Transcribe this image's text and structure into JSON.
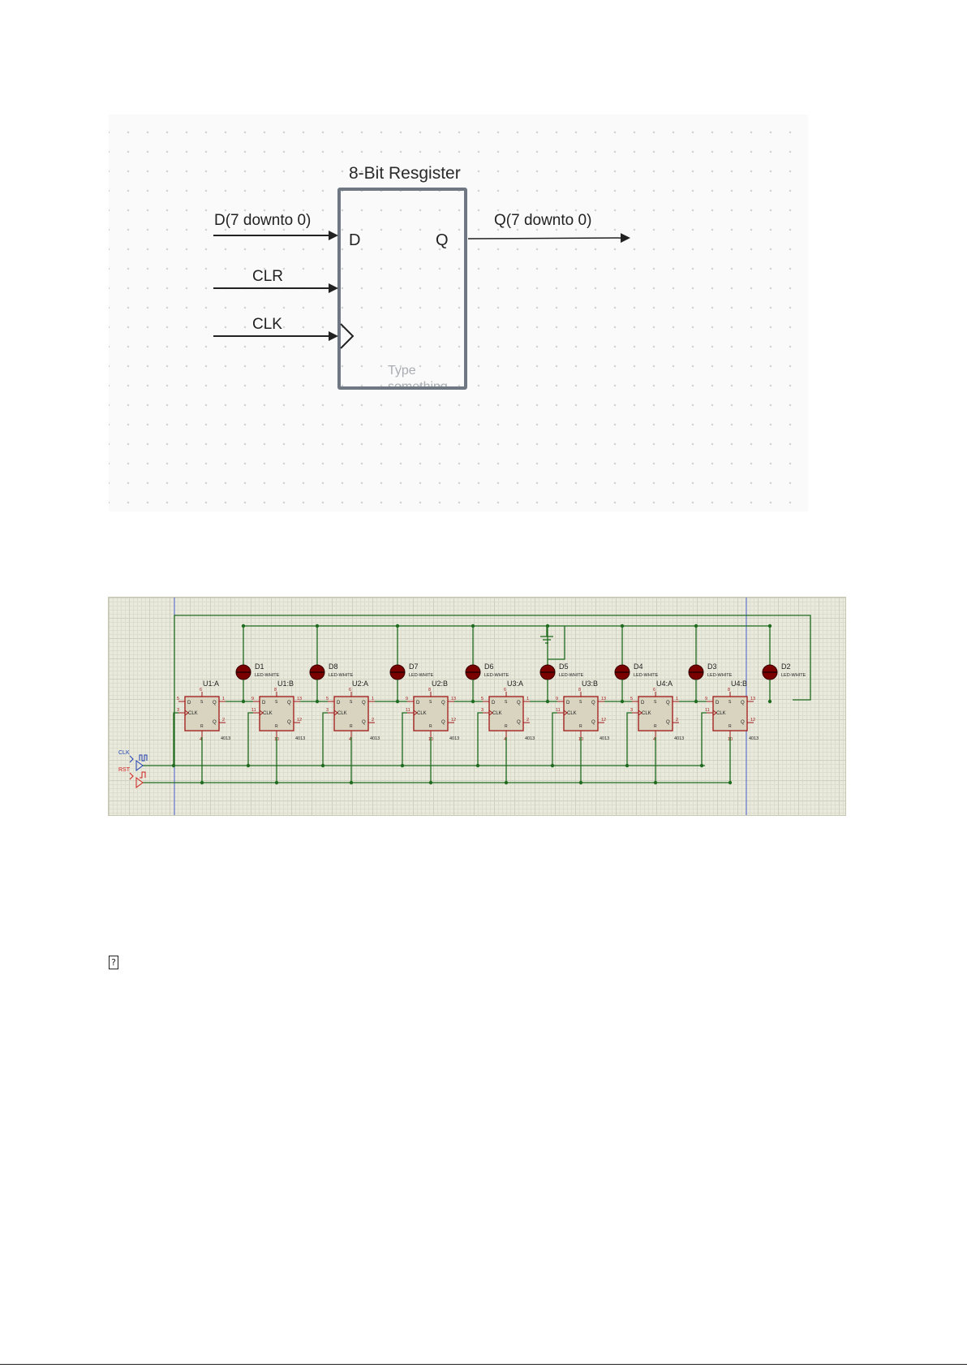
{
  "block_diagram": {
    "title": "8-Bit Resgister",
    "inputs": [
      {
        "label": "D(7 downto 0)",
        "port": "D"
      },
      {
        "label": "CLR",
        "port": ""
      },
      {
        "label": "CLK",
        "port": "clock-triangle"
      }
    ],
    "output": {
      "label": "Q(7 downto 0)",
      "port": "Q"
    },
    "placeholder_lines": [
      "Type",
      "something"
    ]
  },
  "schematic": {
    "flip_flops": [
      {
        "ref": "U1:A",
        "part": "4013",
        "pin_d": "5",
        "pin_clk": "3",
        "pin_q": "1",
        "pin_qn": "2",
        "pin_s": "6",
        "pin_r": "4"
      },
      {
        "ref": "U1:B",
        "part": "4013",
        "pin_d": "9",
        "pin_clk": "11",
        "pin_q": "13",
        "pin_qn": "12",
        "pin_s": "8",
        "pin_r": "10"
      },
      {
        "ref": "U2:A",
        "part": "4013",
        "pin_d": "5",
        "pin_clk": "3",
        "pin_q": "1",
        "pin_qn": "2",
        "pin_s": "6",
        "pin_r": "4"
      },
      {
        "ref": "U2:B",
        "part": "4013",
        "pin_d": "9",
        "pin_clk": "11",
        "pin_q": "13",
        "pin_qn": "12",
        "pin_s": "8",
        "pin_r": "10"
      },
      {
        "ref": "U3:A",
        "part": "4013",
        "pin_d": "5",
        "pin_clk": "3",
        "pin_q": "1",
        "pin_qn": "2",
        "pin_s": "6",
        "pin_r": "4"
      },
      {
        "ref": "U3:B",
        "part": "4013",
        "pin_d": "9",
        "pin_clk": "11",
        "pin_q": "13",
        "pin_qn": "12",
        "pin_s": "8",
        "pin_r": "10"
      },
      {
        "ref": "U4:A",
        "part": "4013",
        "pin_d": "5",
        "pin_clk": "3",
        "pin_q": "1",
        "pin_qn": "2",
        "pin_s": "6",
        "pin_r": "4"
      },
      {
        "ref": "U4:B",
        "part": "4013",
        "pin_d": "9",
        "pin_clk": "11",
        "pin_q": "13",
        "pin_qn": "12",
        "pin_s": "8",
        "pin_r": "10"
      }
    ],
    "ff_labels": {
      "d": "D",
      "clk": "CLK",
      "q": "Q",
      "qn": "Q",
      "s": "S",
      "r": "R"
    },
    "leds": [
      {
        "ref": "D1",
        "type": "LED-WHITE"
      },
      {
        "ref": "D8",
        "type": "LED-WHITE"
      },
      {
        "ref": "D7",
        "type": "LED-WHITE"
      },
      {
        "ref": "D6",
        "type": "LED-WHITE"
      },
      {
        "ref": "D5",
        "type": "LED-WHITE"
      },
      {
        "ref": "D4",
        "type": "LED-WHITE"
      },
      {
        "ref": "D3",
        "type": "LED-WHITE"
      },
      {
        "ref": "D2",
        "type": "LED-WHITE"
      }
    ],
    "generators": [
      {
        "label": "CLK",
        "color": "#1f3fb0"
      },
      {
        "label": "RST",
        "color": "#d02020"
      }
    ],
    "colors": {
      "wire": "#1f6b1f",
      "component": "#a01818",
      "component_fill": "#d9d4bf",
      "led": "#7a0000",
      "text": "#1a1a7a"
    }
  },
  "missing_glyph": "?"
}
